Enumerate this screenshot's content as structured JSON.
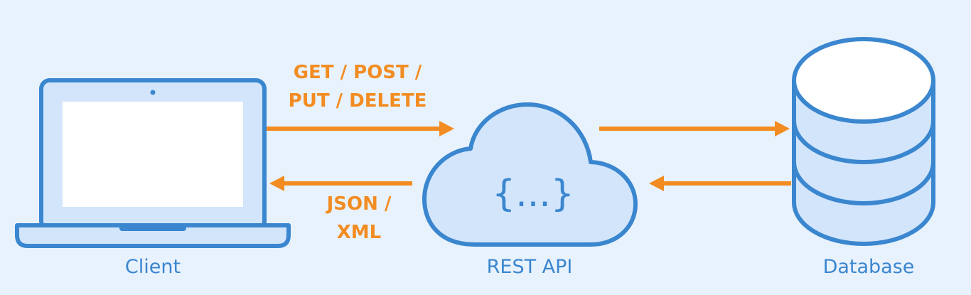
{
  "nodes": {
    "client": {
      "label": "Client"
    },
    "api": {
      "label": "REST API",
      "symbol": "{...}"
    },
    "database": {
      "label": "Database"
    }
  },
  "messages": {
    "request_line1": "GET / POST /",
    "request_line2": "PUT / DELETE",
    "response_line1": "JSON /",
    "response_line2": "XML"
  },
  "colors": {
    "background": "#e8f2fd",
    "primary": "#3a86cf",
    "fill": "#d2e5fb",
    "accent": "#f28c22",
    "white": "#ffffff"
  }
}
